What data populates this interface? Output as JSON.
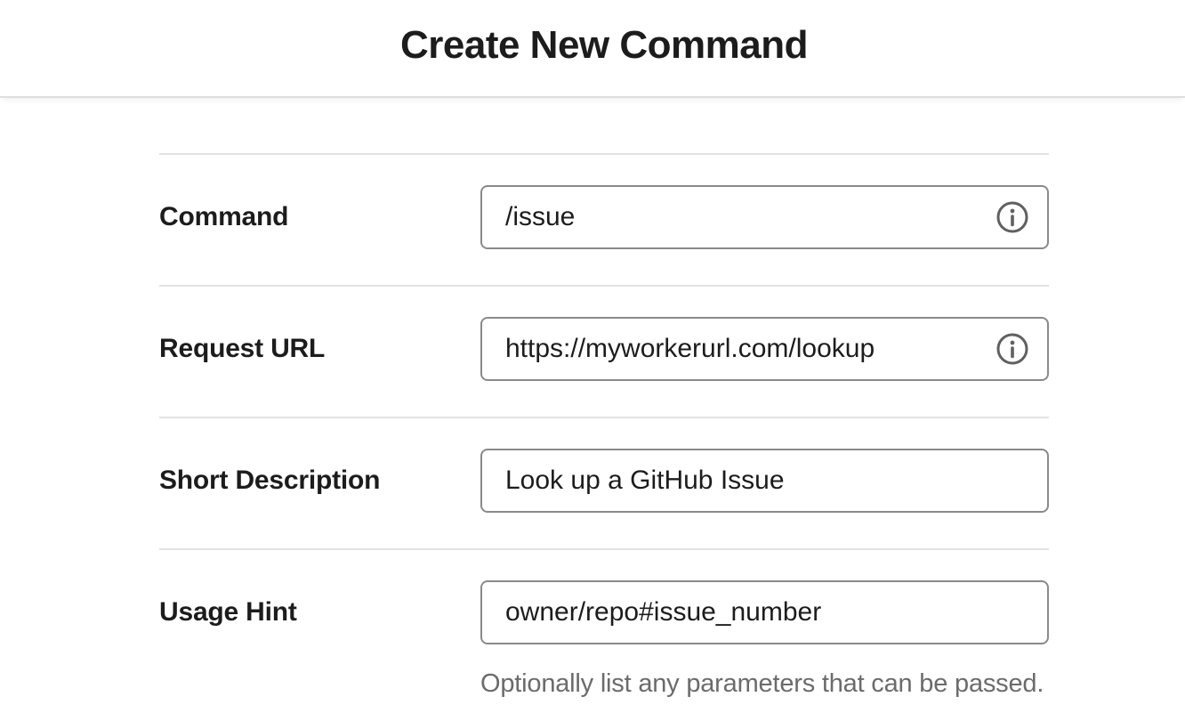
{
  "page": {
    "title": "Create New Command"
  },
  "form": {
    "fields": [
      {
        "label": "Command",
        "value": "/issue",
        "has_info_icon": true
      },
      {
        "label": "Request URL",
        "value": "https://myworkerurl.com/lookup",
        "has_info_icon": true
      },
      {
        "label": "Short Description",
        "value": "Look up a GitHub Issue",
        "has_info_icon": false
      },
      {
        "label": "Usage Hint",
        "value": "owner/repo#issue_number",
        "has_info_icon": false,
        "help": "Optionally list any parameters that can be passed."
      }
    ]
  },
  "icons": {
    "info": "info-circle-icon"
  },
  "colors": {
    "text": "#1d1c1d",
    "input_border": "#8a8a8a",
    "divider": "#e2e2e2",
    "help_text": "#6b6b6b",
    "icon": "#616061",
    "background": "#ffffff"
  }
}
